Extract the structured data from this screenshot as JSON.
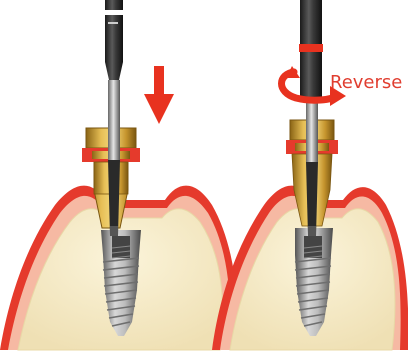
{
  "diagram": {
    "reverse_label": "Reverse",
    "colors": {
      "gum_red": "#e53a2c",
      "gum_pink": "#f6b9a3",
      "bone": "#f6ecc8",
      "bone_edge": "#e8d8a6",
      "gold": "#d4a93a",
      "gold_dark": "#a97b1d",
      "driver_dark": "#222222",
      "implant_silver": "#9a9a9a",
      "arrow_red": "#e8321f",
      "text_red": "#e03d2f"
    },
    "panels": [
      {
        "step": "insert",
        "arrow_icon": "down-arrow-icon"
      },
      {
        "step": "remove",
        "arrow_icon": "reverse-rotation-icon"
      }
    ]
  }
}
